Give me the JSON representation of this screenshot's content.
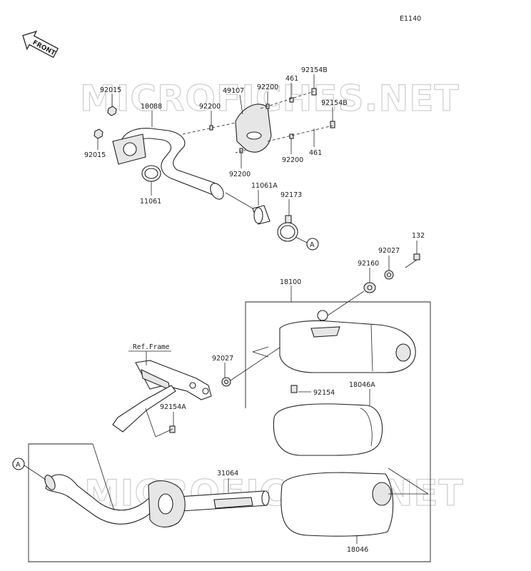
{
  "diagram_code": "E1140",
  "front_label": "FRONT",
  "watermark_text": "MICROFICHES.NET",
  "ref_frame_label": "Ref.Frame",
  "callout_letter": "A",
  "parts": {
    "p92015_top": "92015",
    "p92015_bot": "92015",
    "p18088": "18088",
    "p11061": "11061",
    "p92200_a": "92200",
    "p49107": "49107",
    "p92200_b": "92200",
    "p461_a": "461",
    "p92154B_a": "92154B",
    "p92154B_b": "92154B",
    "p92200_c": "92200",
    "p461_b": "461",
    "p92200_d": "92200",
    "p11061A": "11061A",
    "p92173": "92173",
    "p132": "132",
    "p92027_top": "92027",
    "p92160": "92160",
    "p18100": "18100",
    "p92027_mid": "92027",
    "p92154": "92154",
    "p18046A": "18046A",
    "p92154A": "92154A",
    "p31064": "31064",
    "p18046": "18046"
  }
}
